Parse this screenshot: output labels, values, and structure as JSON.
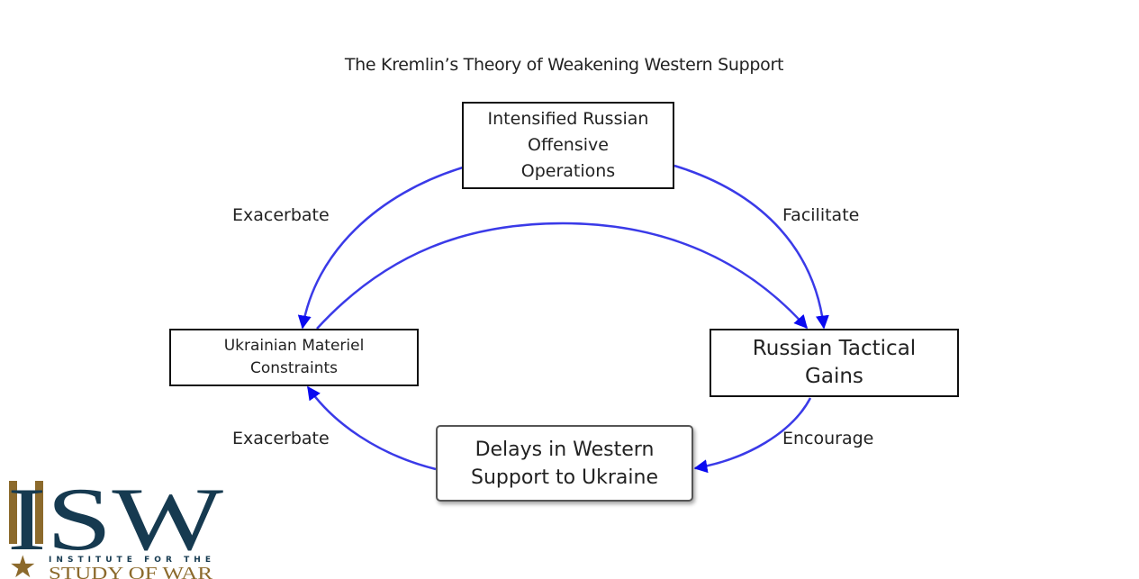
{
  "title": "The Kremlin’s Theory of Weakening Western Support",
  "nodes": {
    "top": {
      "lines": [
        "Intensified Russian",
        "Offensive",
        "Operations"
      ]
    },
    "left": {
      "lines": [
        "Ukrainian Materiel",
        "Constraints"
      ]
    },
    "right": {
      "lines": [
        "Russian Tactical",
        "Gains"
      ]
    },
    "bottom": {
      "lines": [
        "Delays in Western",
        "Support to Ukraine"
      ]
    }
  },
  "edges": [
    {
      "from": "top",
      "to": "left",
      "label": "Exacerbate"
    },
    {
      "from": "top",
      "to": "right",
      "label": "Facilitate"
    },
    {
      "from": "left",
      "to": "right",
      "label": ""
    },
    {
      "from": "right",
      "to": "bottom",
      "label": "Encourage"
    },
    {
      "from": "bottom",
      "to": "left",
      "label": "Exacerbate"
    }
  ],
  "edge_labels": {
    "top_left": "Exacerbate",
    "top_right": "Facilitate",
    "bottom_left": "Exacerbate",
    "bottom_right": "Encourage"
  },
  "colors": {
    "arrow": "#3a3ae8",
    "arrowhead": "#0a0af0",
    "logo_navy": "#163a50",
    "logo_gold": "#8c6a2c"
  },
  "logo": {
    "letters": "ISW",
    "line1": "INSTITUTE FOR THE",
    "line2": "STUDY OF WAR"
  }
}
